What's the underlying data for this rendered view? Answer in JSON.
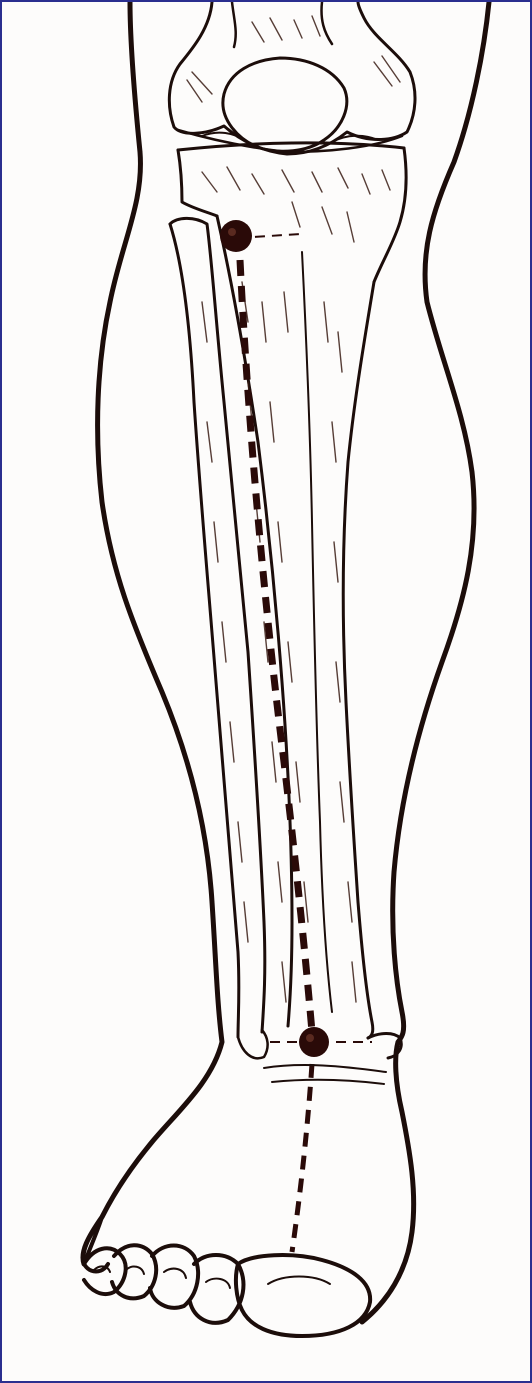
{
  "image": {
    "subject": "leg-anatomy-illustration",
    "colors": {
      "ink": "#1c0d0a",
      "hatching": "#3a1c14",
      "point": "#2a0a08",
      "border": "#2b2f8f",
      "paper": "#fdfcfb"
    },
    "points": [
      {
        "name": "knee-point-marker"
      },
      {
        "name": "ankle-point-marker"
      }
    ]
  }
}
